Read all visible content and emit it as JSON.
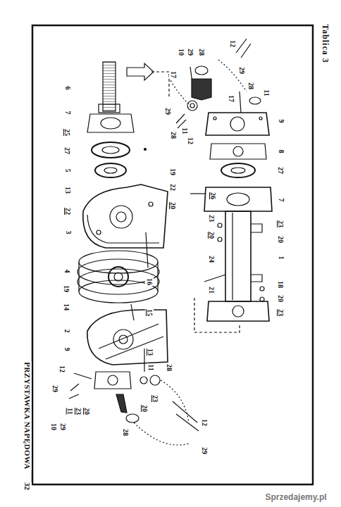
{
  "diagram": {
    "title": "PRZYSTAWKA NAPĘDOWA",
    "labels": [
      "Tablica 3",
      "32",
      "Sprzedajemy.pl",
      "6",
      "7",
      "25",
      "27",
      "5",
      "13",
      "22",
      "3",
      "4",
      "19",
      "14",
      "2",
      "9",
      "12",
      "29",
      "11",
      "23",
      "20",
      "10",
      "29",
      "28",
      "12",
      "29",
      "20",
      "23",
      "11",
      "28",
      "13",
      "15",
      "16",
      "21",
      "24",
      "20",
      "23",
      "26",
      "20",
      "22",
      "19",
      "12",
      "11",
      "28",
      "29",
      "17",
      "10",
      "29",
      "28",
      "12",
      "29",
      "28",
      "11",
      "17",
      "9",
      "8",
      "27",
      "7",
      "23",
      "20",
      "1",
      "18",
      "20",
      "23"
    ]
  }
}
